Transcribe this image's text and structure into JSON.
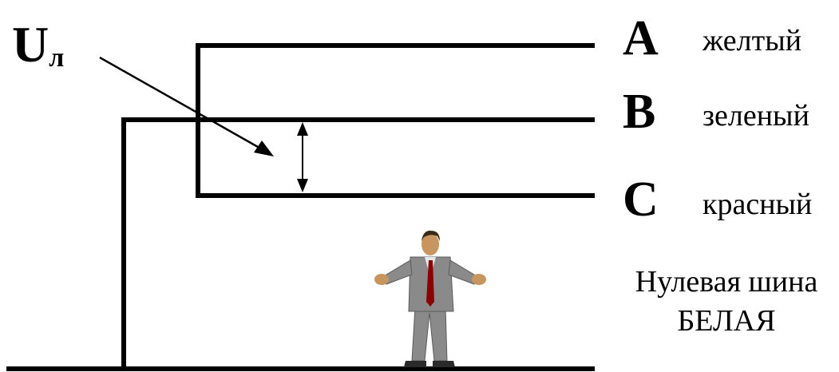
{
  "voltage_label": {
    "main": "U",
    "subscript": "л"
  },
  "phases": [
    {
      "letter": "A",
      "color_name": "желтый"
    },
    {
      "letter": "B",
      "color_name": "зеленый"
    },
    {
      "letter": "C",
      "color_name": "красный"
    }
  ],
  "neutral_bus": {
    "line1": "Нулевая шина",
    "line2": "БЕЛАЯ"
  },
  "colors": {
    "line": "#000000",
    "suit": "#8a8a8a",
    "suit_dark": "#5a5a5a",
    "skin": "#c9955f",
    "hair": "#3a2a1a",
    "tie": "#8b0000",
    "shirt": "#e8e8e8",
    "shoe": "#2a2a2a"
  },
  "icons": [
    "person-figure"
  ]
}
